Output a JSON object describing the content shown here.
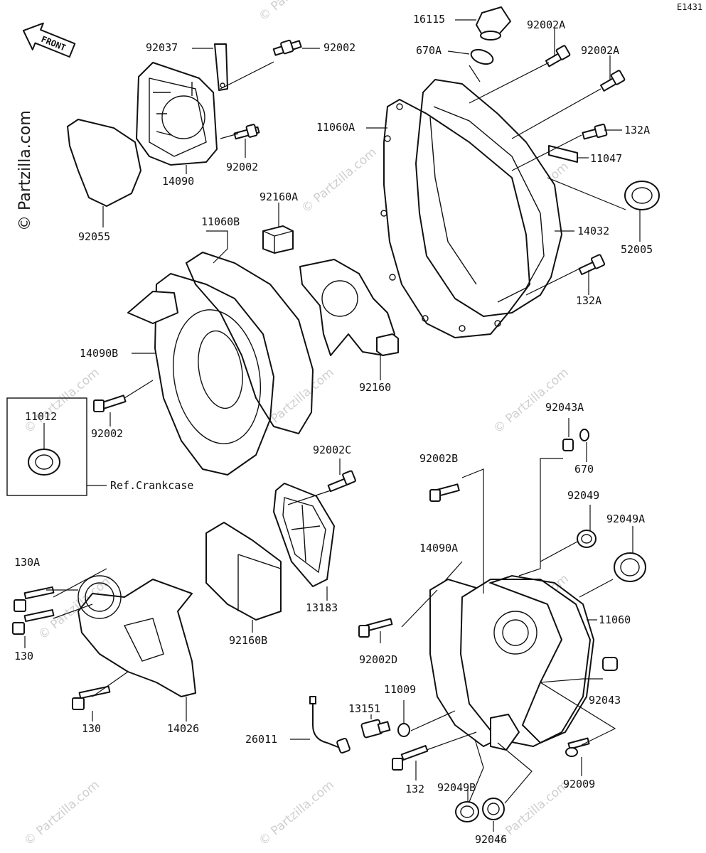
{
  "diagram": {
    "code": "E1431",
    "front_label": "FRONT",
    "watermark_vertical": "© Partzilla.com",
    "watermark_text": "© Partzilla.com",
    "ref_note": "Ref.Crankcase",
    "parts": [
      {
        "id": "p01",
        "label": "16115"
      },
      {
        "id": "p02",
        "label": "92002A"
      },
      {
        "id": "p03",
        "label": "670A"
      },
      {
        "id": "p04",
        "label": "92002A"
      },
      {
        "id": "p05",
        "label": "92037"
      },
      {
        "id": "p06",
        "label": "92002"
      },
      {
        "id": "p07",
        "label": "11060A"
      },
      {
        "id": "p08",
        "label": "132A"
      },
      {
        "id": "p09",
        "label": "11047"
      },
      {
        "id": "p10",
        "label": "92002"
      },
      {
        "id": "p11",
        "label": "14090"
      },
      {
        "id": "p12",
        "label": "92160A"
      },
      {
        "id": "p13",
        "label": "11060B"
      },
      {
        "id": "p14",
        "label": "14032"
      },
      {
        "id": "p15",
        "label": "52005"
      },
      {
        "id": "p16",
        "label": "92055"
      },
      {
        "id": "p17",
        "label": "132A"
      },
      {
        "id": "p18",
        "label": "14090B"
      },
      {
        "id": "p19",
        "label": "92160"
      },
      {
        "id": "p20",
        "label": "11012"
      },
      {
        "id": "p21",
        "label": "92002"
      },
      {
        "id": "p22",
        "label": "92043A"
      },
      {
        "id": "p23",
        "label": "92002C"
      },
      {
        "id": "p24",
        "label": "92002B"
      },
      {
        "id": "p25",
        "label": "670"
      },
      {
        "id": "p26",
        "label": "92049"
      },
      {
        "id": "p27",
        "label": "92049A"
      },
      {
        "id": "p28",
        "label": "130A"
      },
      {
        "id": "p29",
        "label": "14090A"
      },
      {
        "id": "p30",
        "label": "13183"
      },
      {
        "id": "p31",
        "label": "11060"
      },
      {
        "id": "p32",
        "label": "130"
      },
      {
        "id": "p33",
        "label": "92160B"
      },
      {
        "id": "p34",
        "label": "92002D"
      },
      {
        "id": "p35",
        "label": "11009"
      },
      {
        "id": "p36",
        "label": "92043"
      },
      {
        "id": "p37",
        "label": "130"
      },
      {
        "id": "p38",
        "label": "14026"
      },
      {
        "id": "p39",
        "label": "13151"
      },
      {
        "id": "p40",
        "label": "26011"
      },
      {
        "id": "p41",
        "label": "132"
      },
      {
        "id": "p42",
        "label": "92049B"
      },
      {
        "id": "p43",
        "label": "92009"
      },
      {
        "id": "p44",
        "label": "92046"
      }
    ]
  }
}
